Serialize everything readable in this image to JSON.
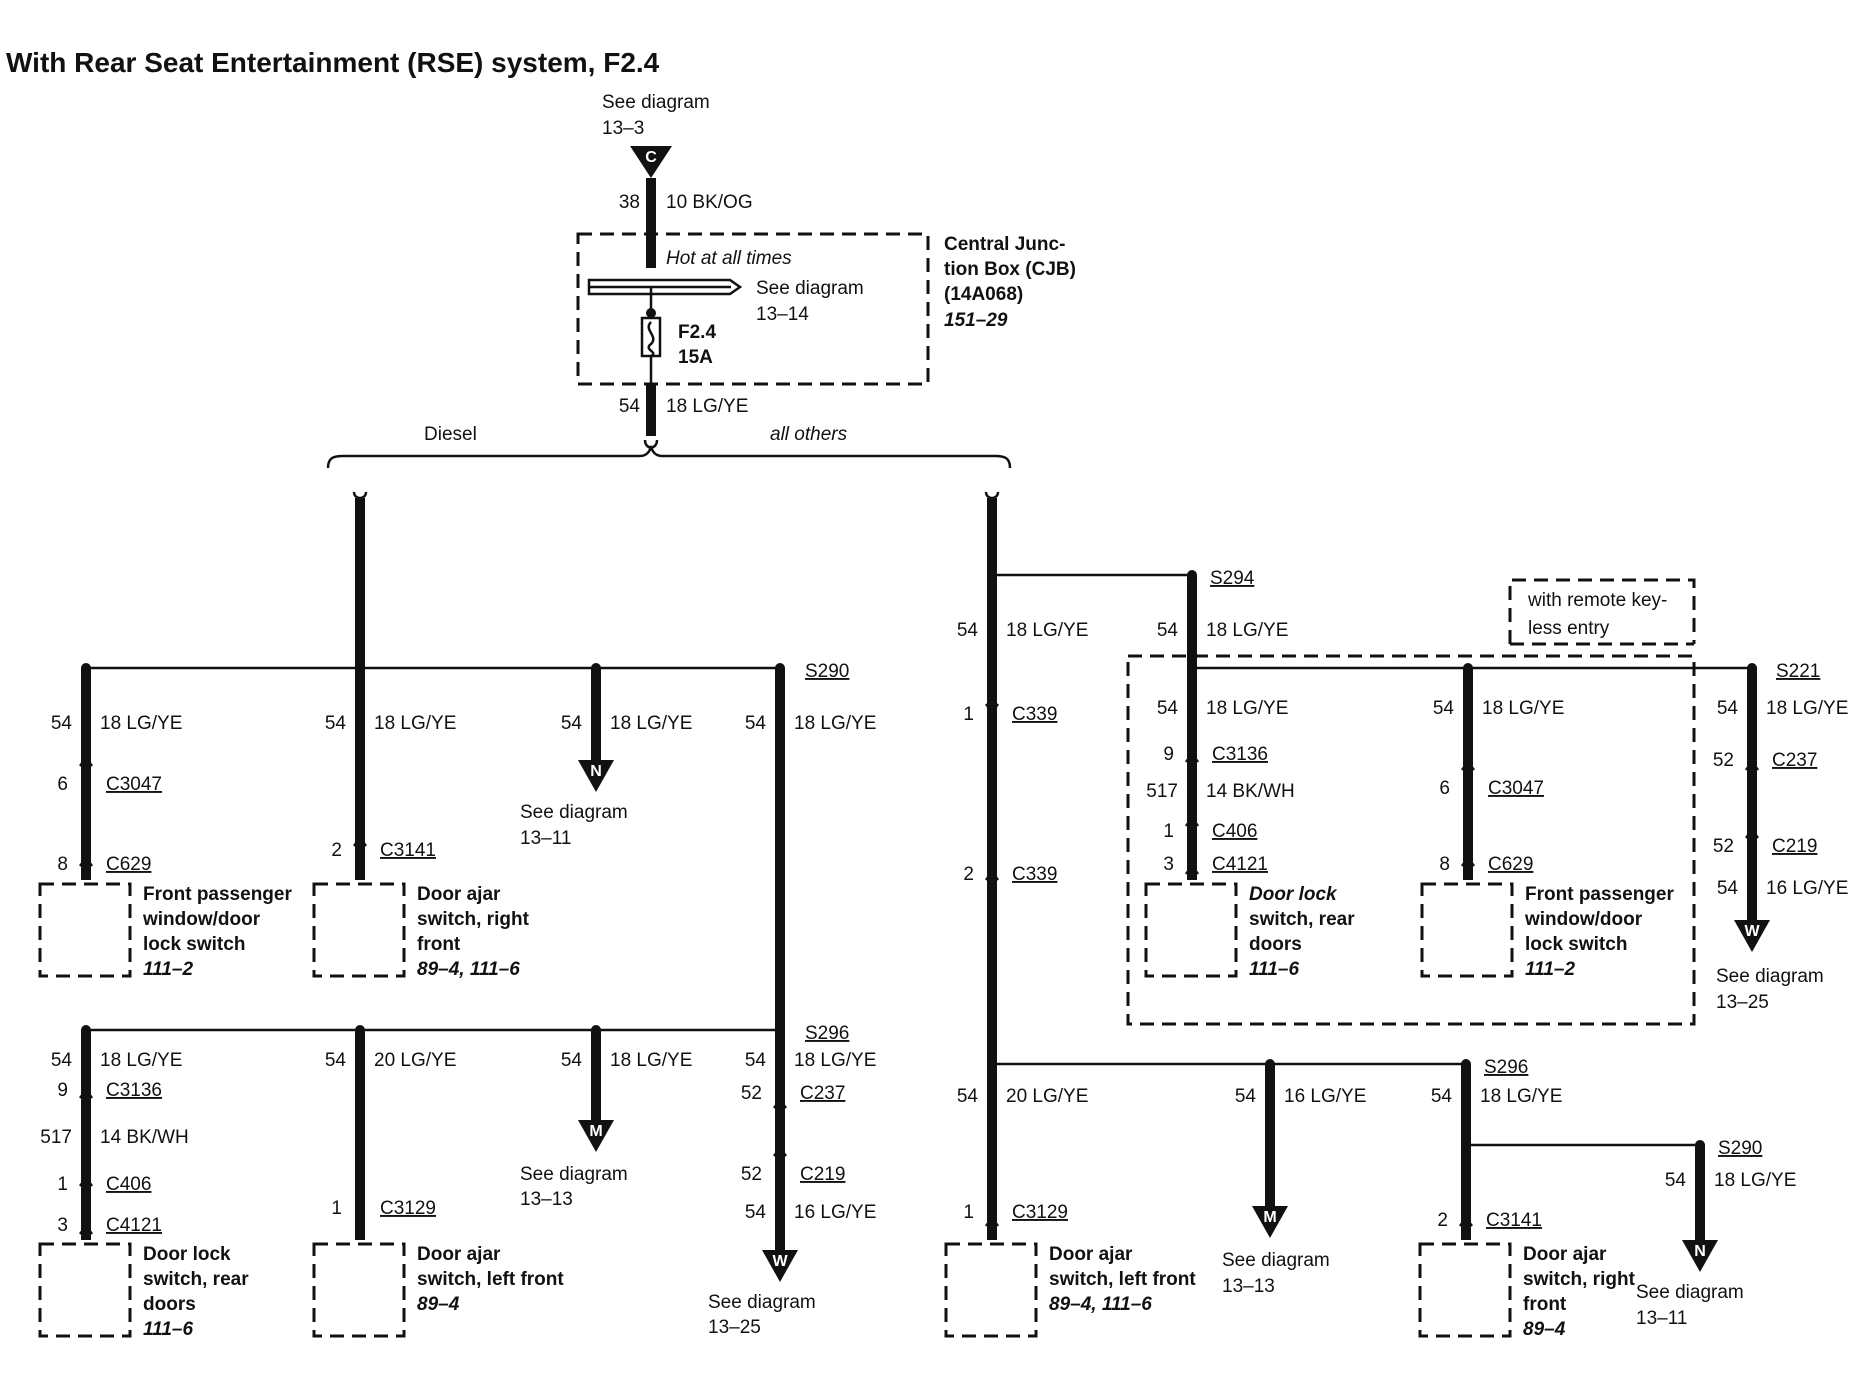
{
  "title": "With Rear Seat Entertainment (RSE) system, F2.4",
  "source": {
    "see": "See diagram",
    "ref": "13–3",
    "letter": "C"
  },
  "feed": {
    "pin": "38",
    "wire": "10 BK/OG"
  },
  "cjb": {
    "hot": "Hot at all times",
    "see": "See diagram",
    "see_ref": "13–14",
    "fuse_name": "F2.4",
    "fuse_rating": "15A",
    "name_l1": "Central Junc-",
    "name_l2": "tion Box (CJB)",
    "name_l3": "(14A068)",
    "ref": "151–29"
  },
  "out": {
    "pin": "54",
    "wire": "18 LG/YE"
  },
  "branches": {
    "left": "Diesel",
    "right": "all others"
  },
  "left": {
    "row1": {
      "splice": "S290",
      "w1": {
        "pin": "54",
        "wire": "18 LG/YE",
        "c1pin": "6",
        "c1": "C3047",
        "c2pin": "8",
        "c2": "C629",
        "comp": [
          "Front passenger",
          "window/door",
          "lock switch"
        ],
        "ref": "111–2"
      },
      "w2": {
        "pin": "54",
        "wire": "18 LG/YE",
        "c1pin": "2",
        "c1": "C3141",
        "comp": [
          "Door ajar",
          "switch, right",
          "front"
        ],
        "ref": "89–4, 111–6"
      },
      "w3": {
        "pin": "54",
        "wire": "18 LG/YE",
        "letter": "N",
        "see": "See diagram",
        "ref": "13–11"
      },
      "w4": {
        "pin": "54",
        "wire": "18 LG/YE"
      }
    },
    "row2": {
      "splice": "S296",
      "w1": {
        "pin": "54",
        "wire": "18 LG/YE",
        "c1pin": "9",
        "c1": "C3136",
        "mpin": "517",
        "mwire": "14 BK/WH",
        "c2pin": "1",
        "c2": "C406",
        "c3pin": "3",
        "c3": "C4121",
        "comp": [
          "Door lock",
          "switch, rear",
          "doors"
        ],
        "ref": "111–6"
      },
      "w2": {
        "pin": "54",
        "wire": "20 LG/YE",
        "c1pin": "1",
        "c1": "C3129",
        "comp": [
          "Door ajar",
          "switch, left front"
        ],
        "ref": "89–4"
      },
      "w3": {
        "pin": "54",
        "wire": "18 LG/YE",
        "letter": "M",
        "see": "See diagram",
        "ref": "13–13"
      },
      "w4": {
        "pin": "54",
        "wire": "18 LG/YE",
        "c1pin": "52",
        "c1": "C237",
        "c2pin": "52",
        "c2": "C219",
        "opin": "54",
        "owire": "16 LG/YE",
        "letter": "W",
        "see": "See diagram",
        "ref": "13–25"
      }
    }
  },
  "right": {
    "trunk": {
      "pin": "54",
      "wire": "18 LG/YE",
      "c1pin": "1",
      "c1": "C339",
      "c2pin": "2",
      "c2": "C339"
    },
    "s294": {
      "splice": "S294",
      "pin": "54",
      "wire": "18 LG/YE"
    },
    "rke": {
      "l1": "with remote key-",
      "l2": "less entry"
    },
    "rk1": {
      "pin": "54",
      "wire": "18 LG/YE",
      "c1pin": "9",
      "c1": "C3136",
      "mpin": "517",
      "mwire": "14 BK/WH",
      "c2pin": "1",
      "c2": "C406",
      "c3pin": "3",
      "c3": "C4121",
      "comp": [
        "Door lock",
        "switch, rear",
        "doors"
      ],
      "ref": "111–6"
    },
    "rk2": {
      "pin": "54",
      "wire": "18 LG/YE",
      "c1pin": "6",
      "c1": "C3047",
      "c2pin": "8",
      "c2": "C629",
      "comp": [
        "Front passenger",
        "window/door",
        "lock switch"
      ],
      "ref": "111–2"
    },
    "s221": {
      "splice": "S221",
      "pin": "54",
      "wire": "18 LG/YE",
      "c1pin": "52",
      "c1": "C237",
      "c2pin": "52",
      "c2": "C219",
      "opin": "54",
      "owire": "16 LG/YE",
      "letter": "W",
      "see": "See diagram",
      "ref": "13–25"
    },
    "low": {
      "w1": {
        "pin": "54",
        "wire": "20 LG/YE",
        "c1pin": "1",
        "c1": "C3129",
        "comp": [
          "Door ajar",
          "switch, left front"
        ],
        "ref": "89–4, 111–6"
      },
      "w2": {
        "pin": "54",
        "wire": "16 LG/YE",
        "letter": "M",
        "see": "See diagram",
        "ref": "13–13"
      },
      "s296": {
        "splice": "S296",
        "pin": "54",
        "wire": "18 LG/YE"
      },
      "w3": {
        "c1pin": "2",
        "c1": "C3141",
        "comp": [
          "Door ajar",
          "switch, right",
          "front"
        ],
        "ref": "89–4"
      },
      "s290": {
        "splice": "S290",
        "pin": "54",
        "wire": "18 LG/YE",
        "letter": "N",
        "see": "See diagram",
        "ref": "13–11"
      }
    }
  }
}
